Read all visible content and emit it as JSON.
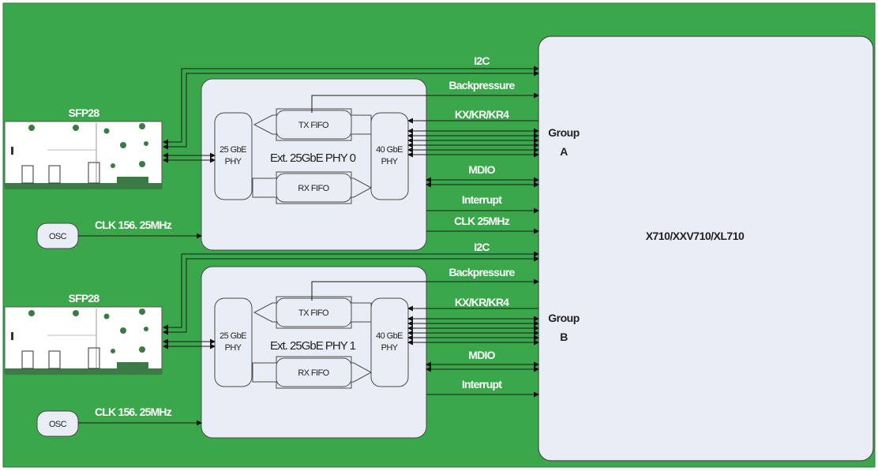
{
  "colors": {
    "board": "#3aa84a",
    "block_fill": "#e9eef6",
    "block_stroke": "#4a4a4a",
    "label_text": "#ffffff"
  },
  "controller": {
    "label": "X710/XXV710/XL710"
  },
  "groups": [
    {
      "group_line1": "Group",
      "group_line2": "A",
      "sfp_label": "SFP28",
      "phy_title": "Ext. 25GbE PHY 0",
      "left_phy_line1": "25 GbE",
      "left_phy_line2": "PHY",
      "right_phy_line1": "40 GbE",
      "right_phy_line2": "PHY",
      "tx_fifo": "TX FIFO",
      "rx_fifo": "RX FIFO",
      "osc": "OSC",
      "clk_in": "CLK 156. 25MHz",
      "signals": {
        "i2c": "I2C",
        "backpressure": "Backpressure",
        "kx": "KX/KR/KR4",
        "mdio": "MDIO",
        "interrupt": "Interrupt",
        "clk_out": "CLK 25MHz"
      }
    },
    {
      "group_line1": "Group",
      "group_line2": "B",
      "sfp_label": "SFP28",
      "phy_title": "Ext. 25GbE PHY 1",
      "left_phy_line1": "25 GbE",
      "left_phy_line2": "PHY",
      "right_phy_line1": "40 GbE",
      "right_phy_line2": "PHY",
      "tx_fifo": "TX FIFO",
      "rx_fifo": "RX FIFO",
      "osc": "OSC",
      "clk_in": "CLK 156. 25MHz",
      "signals": {
        "i2c": "I2C",
        "backpressure": "Backpressure",
        "kx": "KX/KR/KR4",
        "mdio": "MDIO",
        "interrupt": "Interrupt"
      }
    }
  ]
}
